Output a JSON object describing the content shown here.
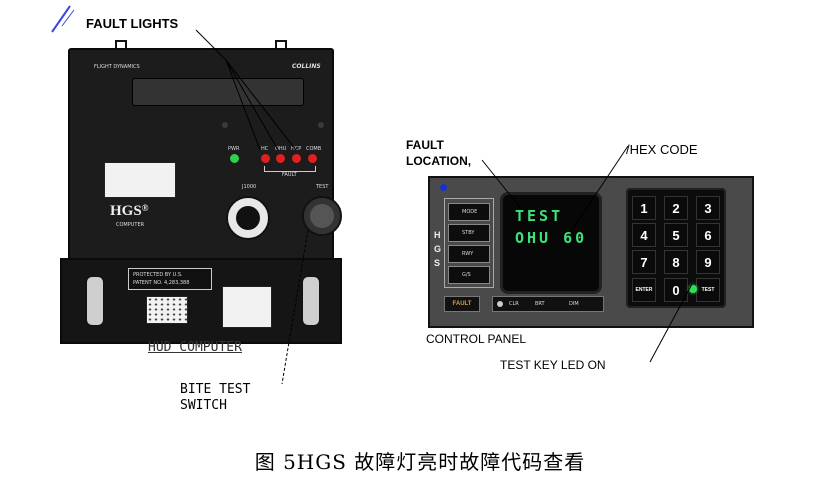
{
  "labels": {
    "fault_lights": "FAULT LIGHTS",
    "hud_computer": "HUD COMPUTER",
    "bite_test_line1": "BITE TEST",
    "bite_test_line2": "SWITCH",
    "fault_location_line1": "FAULT",
    "fault_location_line2": "LOCATION,",
    "hex_code": "/HEX  CODE",
    "control_panel": "CONTROL  PANEL",
    "test_key_led": "TEST  KEY  LED  ON"
  },
  "hud": {
    "flight_dynamics": "FLIGHT DYNAMICS",
    "brand": "COLLINS",
    "pwr_label": "PWR",
    "fault_indicator_labels": [
      "HC",
      "OHU",
      "HCP",
      "COMB"
    ],
    "fault_caption": "FAULT",
    "j1000_label": "J1000",
    "test_label": "TEST",
    "model": "HGS",
    "model_suffix": "COMPUTER",
    "patent_line1": "PROTECTED BY U.S.",
    "patent_line2": "PATENT NO. 4,283,388",
    "colors": {
      "pwr_led": "#2fd14a",
      "fault_led": "#e02020"
    }
  },
  "control_panel": {
    "side_buttons": [
      "MODE",
      "STBY",
      "RWY",
      "G/S"
    ],
    "hgs_letters": [
      "H",
      "G",
      "S"
    ],
    "screen_line1": "TEST",
    "screen_line2": "OHU  60",
    "fault_button": "FAULT",
    "bottom_keys": [
      "CLR",
      "BRT",
      "DIM"
    ],
    "keypad": [
      "1",
      "2",
      "3",
      "4",
      "5",
      "6",
      "7",
      "8",
      "9"
    ],
    "enter_key": "ENTER",
    "zero_key": "0",
    "test_key": "TEST",
    "colors": {
      "screen_text": "#3ee07a",
      "led_on": "#33dd55",
      "fault_button": "#d8a040"
    }
  },
  "caption": "图 5HGS 故障灯亮时故障代码查看"
}
